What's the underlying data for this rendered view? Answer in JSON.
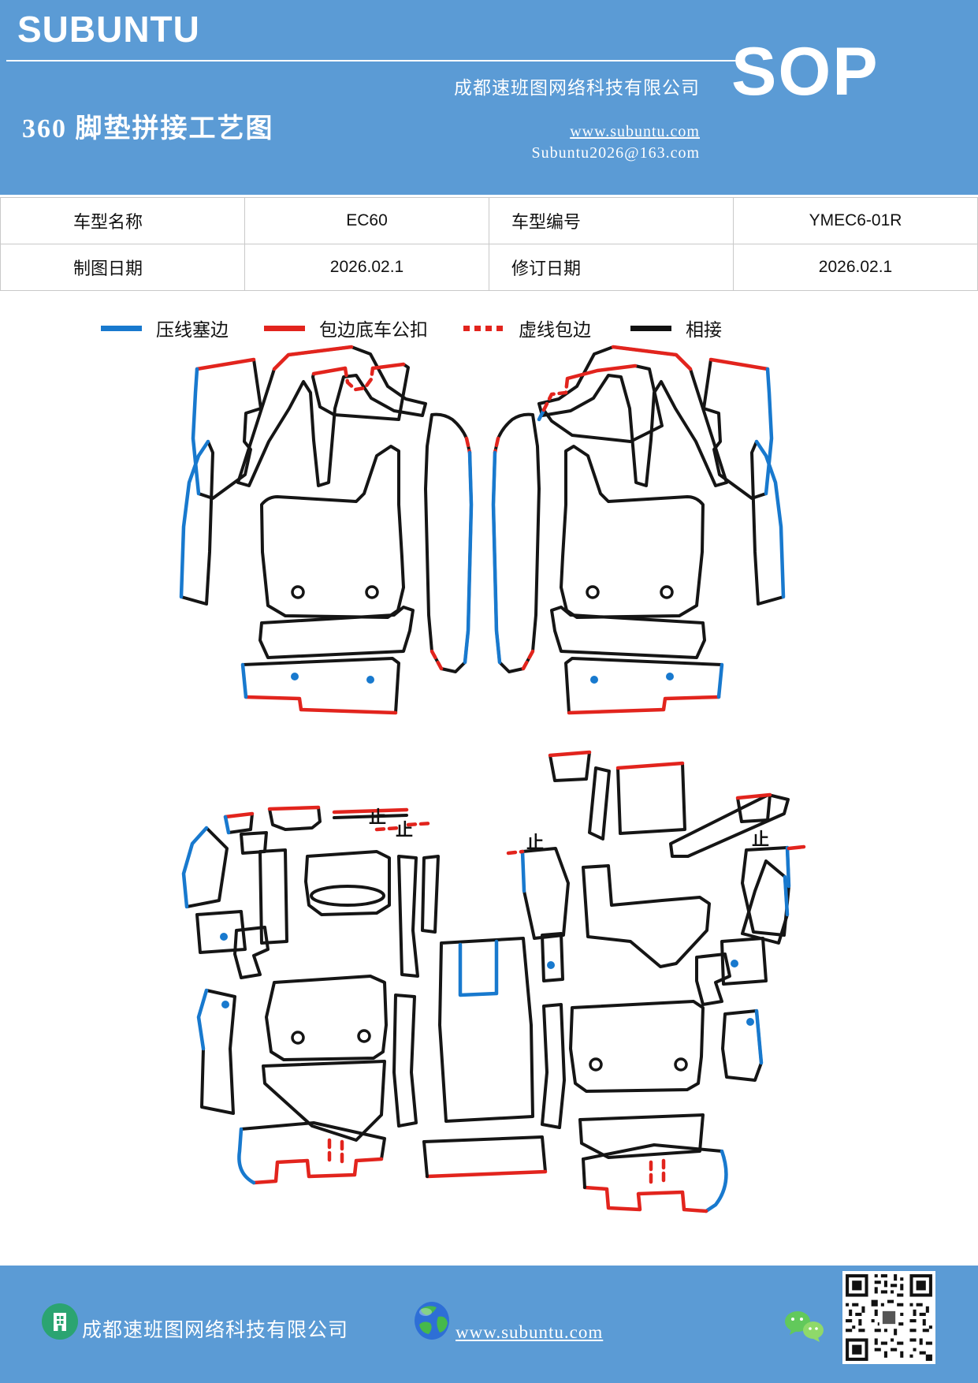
{
  "header": {
    "logo": "SUBUNTU",
    "title": "360 脚垫拼接工艺图",
    "company": "成都速班图网络科技有限公司",
    "website": "www.subuntu.com",
    "email": "Subuntu2026@163.com",
    "sop_label": "SOP"
  },
  "info_table": {
    "rows": [
      {
        "cells": [
          "车型名称",
          "EC60",
          "车型编号",
          "YMEC6-01R"
        ]
      },
      {
        "cells": [
          "制图日期",
          "2026.02.1",
          "修订日期",
          "2026.02.1"
        ]
      }
    ]
  },
  "legend": {
    "items": [
      {
        "label": "压线塞边",
        "style": "solid",
        "color": "#1879CE"
      },
      {
        "label": "包边底车公扣",
        "style": "solid",
        "color": "#E2241D"
      },
      {
        "label": "虚线包边",
        "style": "dashed",
        "color": "#E2241D"
      },
      {
        "label": "相接",
        "style": "solid",
        "color": "#111111"
      }
    ]
  },
  "diagram": {
    "stop_mark": "止"
  },
  "footer": {
    "company": "成都速班图网络科技有限公司",
    "website": "www.subuntu.com"
  },
  "colors": {
    "theme_blue": "#5B9BD5",
    "line_blue": "#1879CE",
    "line_red": "#E2241D",
    "line_black": "#151515"
  }
}
